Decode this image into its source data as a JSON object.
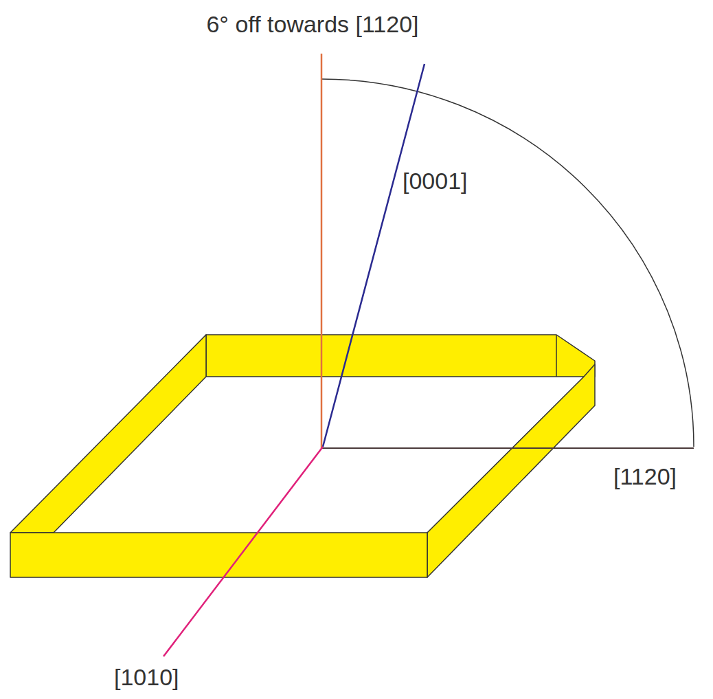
{
  "diagram": {
    "labels": [
      "6° off towards [1120]",
      "[0001]",
      "[1120]",
      "[1010]"
    ]
  }
}
